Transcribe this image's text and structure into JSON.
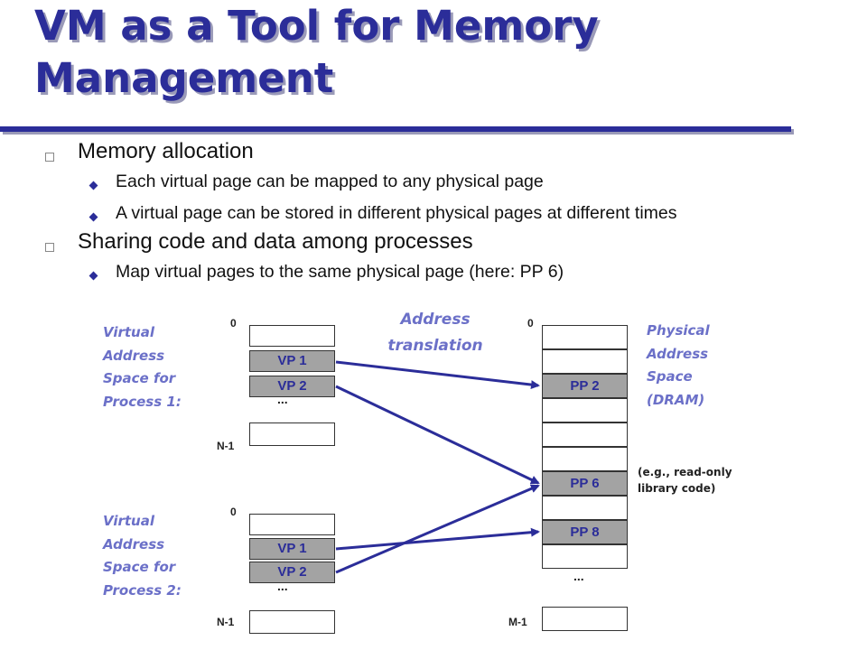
{
  "slide": {
    "title_line1": "VM as a Tool for Memory",
    "title_line2": "Management"
  },
  "bullets": [
    {
      "text": "Memory allocation",
      "sub": [
        "Each virtual page can be mapped to any physical page",
        "A virtual page can be stored in different physical pages at different times"
      ]
    },
    {
      "text": "Sharing code and data among processes",
      "sub": [
        "Map virtual pages to the same physical page (here: PP 6)"
      ]
    }
  ],
  "diagram": {
    "process1_label": [
      "Virtual",
      "Address",
      "Space for",
      "Process 1:"
    ],
    "process2_label": [
      "Virtual",
      "Address",
      "Space for",
      "Process 2:"
    ],
    "physical_label": [
      "Physical",
      "Address",
      "Space",
      "(DRAM)"
    ],
    "translation_label": [
      "Address",
      "translation"
    ],
    "note": [
      "(e.g., read-only",
      "library code)"
    ],
    "zero": "0",
    "n_minus_1": "N-1",
    "m_minus_1": "M-1",
    "ellipsis": "...",
    "vp1": "VP 1",
    "vp2": "VP 2",
    "pp2": "PP 2",
    "pp6": "PP 6",
    "pp8": "PP 8",
    "arrow_color": "#2b2d99"
  }
}
